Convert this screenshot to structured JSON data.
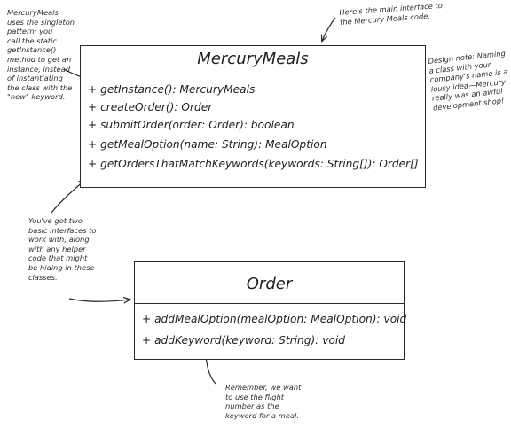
{
  "classes": {
    "mercury_meals": {
      "name": "MercuryMeals",
      "methods": [
        "+ getInstance(): MercuryMeals",
        "+ createOrder(): Order",
        "+ submitOrder(order: Order): boolean",
        "+ getMealOption(name: String): MealOption",
        "+ getOrdersThatMatchKeywords(keywords: String[]): Order[]"
      ]
    },
    "order": {
      "name": "Order",
      "methods": [
        "+ addMealOption(mealOption: MealOption): void",
        "+ addKeyword(keyword: String): void"
      ]
    }
  },
  "notes": {
    "singleton": [
      "MercuryMeals",
      "uses the singleton",
      "pattern; you",
      "call the static",
      "getInstance()",
      "method to get an",
      "instance, instead",
      "of instantiating",
      "the class with the",
      "\"new\" keyword."
    ],
    "main_interface": [
      "Here's the main interface to",
      "the Mercury Meals code."
    ],
    "naming": [
      "Design note: Naming",
      "a class with your",
      "company's name is a",
      "lousy idea—Mercury",
      "really was an awful",
      "development shop!"
    ],
    "basic_interfaces": [
      "You've got two",
      "basic interfaces to",
      "work with, along",
      "with any helper",
      "code that might",
      "be hiding in these",
      "classes."
    ],
    "flight_number": [
      "Remember, we want",
      "to use the flight",
      "number as the",
      "keyword for a meal."
    ]
  },
  "colors": {
    "line": "#2a2a2a",
    "note_text": "#2e2e2e"
  }
}
